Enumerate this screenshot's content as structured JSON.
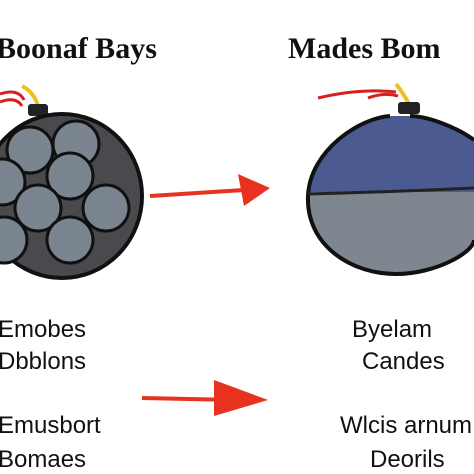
{
  "left_panel": {
    "title": "Boonaf Bays",
    "caption_top": "Emobes",
    "caption_bottom_1": "Dbblons",
    "caption_bottom_2": "Emusbort",
    "caption_bottom_3": "Bomaes"
  },
  "right_panel": {
    "title": "Mades Bom",
    "caption_top_1": "Byelam",
    "caption_top_2": "Candes",
    "caption_bottom_1": "Wlcis arnum",
    "caption_bottom_2": "Deorils"
  },
  "colors": {
    "arrow": "#e8321f",
    "bomb_dark": "#4a4a4e",
    "ball": "#7b8590",
    "bomb_blue": "#4b5a90",
    "bomb_gray": "#7e8790",
    "fuse_red": "#d81f1f",
    "fuse_yellow": "#e8c21f"
  }
}
